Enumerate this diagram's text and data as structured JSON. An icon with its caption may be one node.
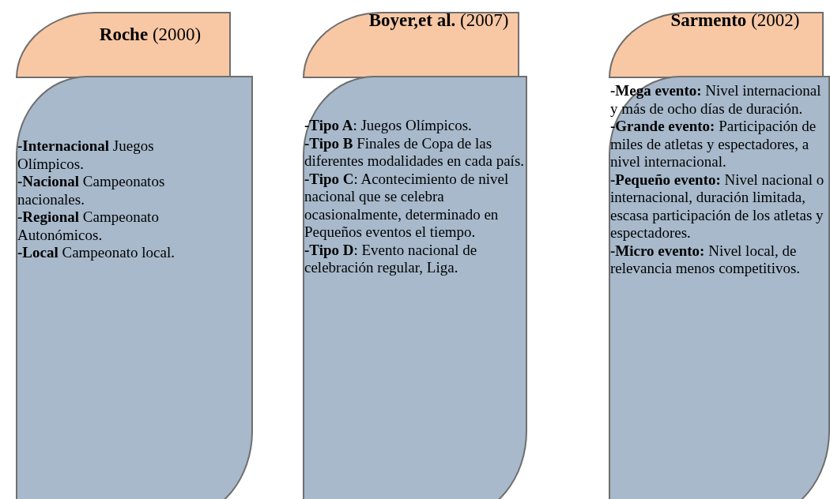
{
  "diagram": {
    "nodes": [
      {
        "text": [
          "**Roche** (2000)"
        ]
      },
      {
        "text": [
          "**-Internacional** Juegos Olímpicos.",
          "**-Nacional** Campeonatos nacionales.",
          "**-Regional** Campeonato Autonómicos.",
          "**-Local** Campeonato local."
        ]
      },
      {
        "text": [
          "**Boyer,et al.** (2007)"
        ]
      },
      {
        "text": [
          "**-Tipo A**: Juegos Olímpicos.",
          "**-Tipo B** Finales de Copa de las diferentes modalidades en cada país.",
          "**-Tipo C**: Acontecimiento de nivel nacional que se celebra ocasionalmente, determinado en Pequeños eventos el tiempo.",
          "**-Tipo D**: Evento nacional de celebración regular, Liga."
        ]
      },
      {
        "text": [
          "**Sarmento** (2002)"
        ]
      },
      {
        "text": [
          "**-Mega evento:** Nivel internacional y más de ocho días de duración.",
          "**-Grande evento:** Participación de miles de atletas y espectadores, a nivel internacional.",
          "**-Pequeño evento:** Nivel nacional o internacional, duración limitada, escasa participación de los atletas y espectadores.",
          "**-Micro evento:** Nivel local, de relevancia menos competitivos."
        ]
      }
    ]
  }
}
